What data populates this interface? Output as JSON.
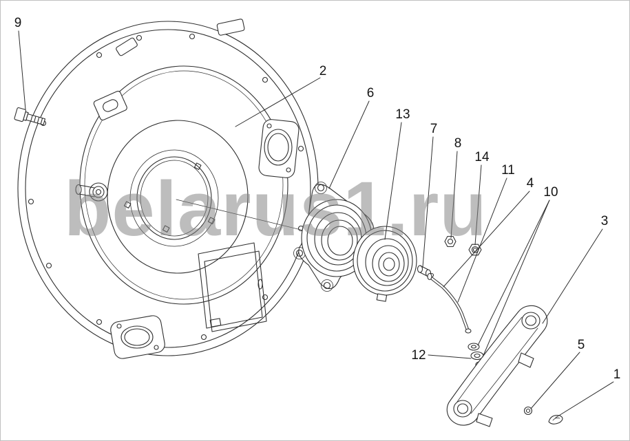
{
  "watermark": {
    "text": "belarus1.ru"
  },
  "colors": {
    "line": "#2e2e2e",
    "watermark_gray": "#9c9c9c",
    "background": "#ffffff"
  },
  "callouts": [
    {
      "label": "1"
    },
    {
      "label": "2"
    },
    {
      "label": "3"
    },
    {
      "label": "4"
    },
    {
      "label": "5"
    },
    {
      "label": "6"
    },
    {
      "label": "7"
    },
    {
      "label": "8"
    },
    {
      "label": "9"
    },
    {
      "label": "10"
    },
    {
      "label": "11"
    },
    {
      "label": "12"
    },
    {
      "label": "13"
    },
    {
      "label": "14"
    }
  ]
}
